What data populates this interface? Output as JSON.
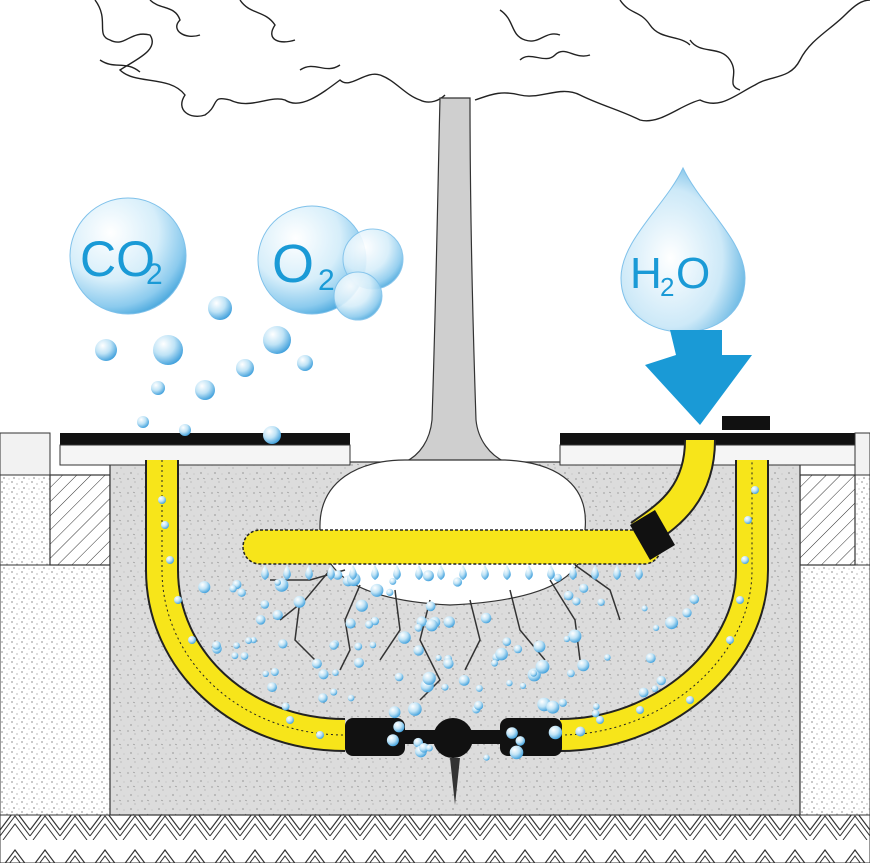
{
  "labels": {
    "co2_main": "CO",
    "co2_sub": "2",
    "o2_main": "O",
    "o2_sub": "2",
    "h2o_h": "H",
    "h2o_sub": "2",
    "h2o_o": "O"
  },
  "colors": {
    "label_blue": "#1a9ad6",
    "arrow_blue": "#1a9ad6",
    "pipe_yellow": "#f7e51a",
    "soil_fill": "#dedede",
    "trunk_gray": "#cfcfcf",
    "outline": "#222222"
  },
  "icons": [
    "co2-bubble-icon",
    "o2-bubble-icon",
    "h2o-drop-icon",
    "down-arrow-icon"
  ]
}
